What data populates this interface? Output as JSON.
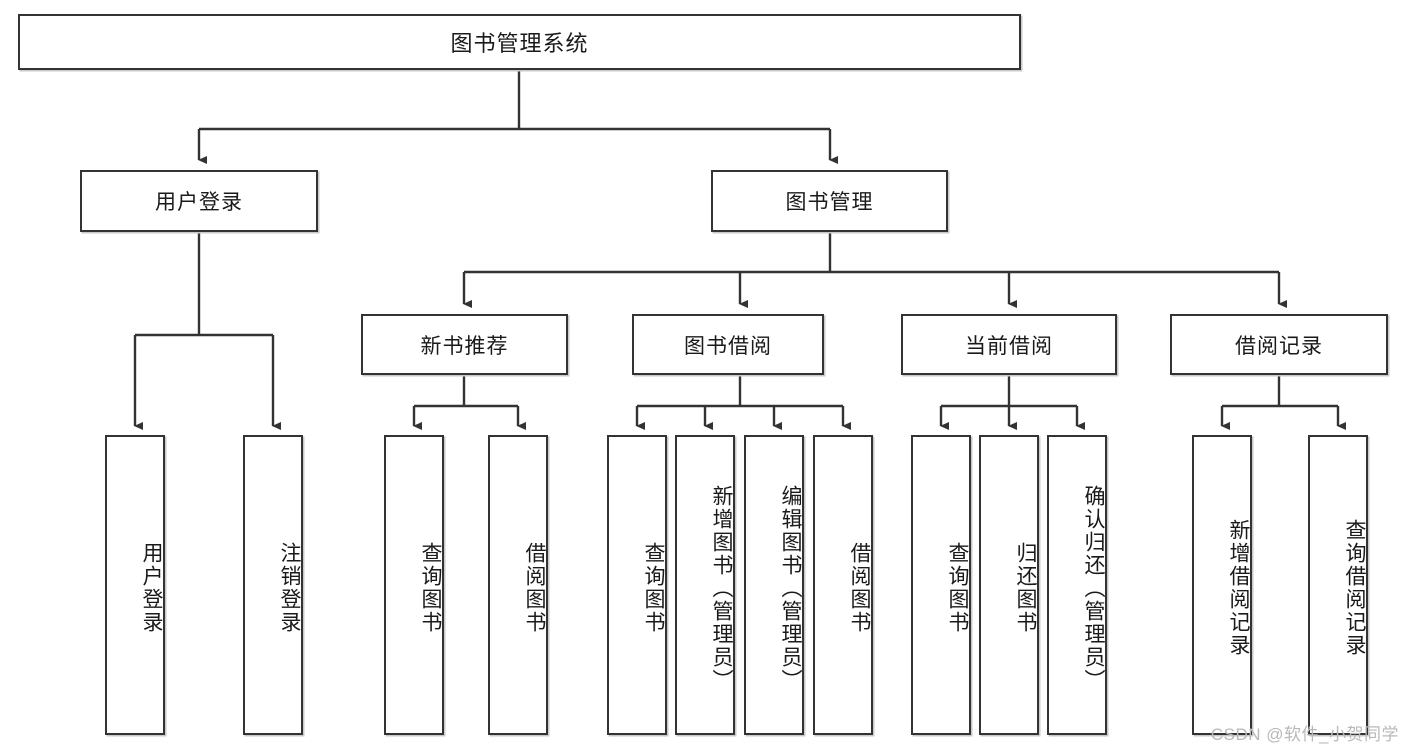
{
  "diagram": {
    "title": "图书管理系统",
    "type": "tree-hierarchy",
    "watermark": "CSDN @软件_小贺同学",
    "colors": {
      "stroke": "#333333",
      "fill": "#ffffff",
      "text": "#1a1a1a",
      "shadow": "#c9c9c9",
      "watermark": "#b9b9b9"
    },
    "root": {
      "label": "图书管理系统"
    },
    "level1": [
      {
        "label": "用户登录"
      },
      {
        "label": "图书管理"
      }
    ],
    "level2": [
      {
        "label": "新书推荐"
      },
      {
        "label": "图书借阅"
      },
      {
        "label": "当前借阅"
      },
      {
        "label": "借阅记录"
      }
    ],
    "leaves": {
      "user_login": [
        {
          "label": "用户登录"
        },
        {
          "label": "注销登录"
        }
      ],
      "new_book_recommend": [
        {
          "label": "查询图书"
        },
        {
          "label": "借阅图书"
        }
      ],
      "book_borrow": [
        {
          "label": "查询图书"
        },
        {
          "label": "新增图书（管理员）"
        },
        {
          "label": "编辑图书（管理员）"
        },
        {
          "label": "借阅图书"
        }
      ],
      "current_borrow": [
        {
          "label": "查询图书"
        },
        {
          "label": "归还图书"
        },
        {
          "label": "确认归还（管理员）"
        }
      ],
      "borrow_record": [
        {
          "label": "新增借阅记录"
        },
        {
          "label": "查询借阅记录"
        }
      ]
    }
  }
}
